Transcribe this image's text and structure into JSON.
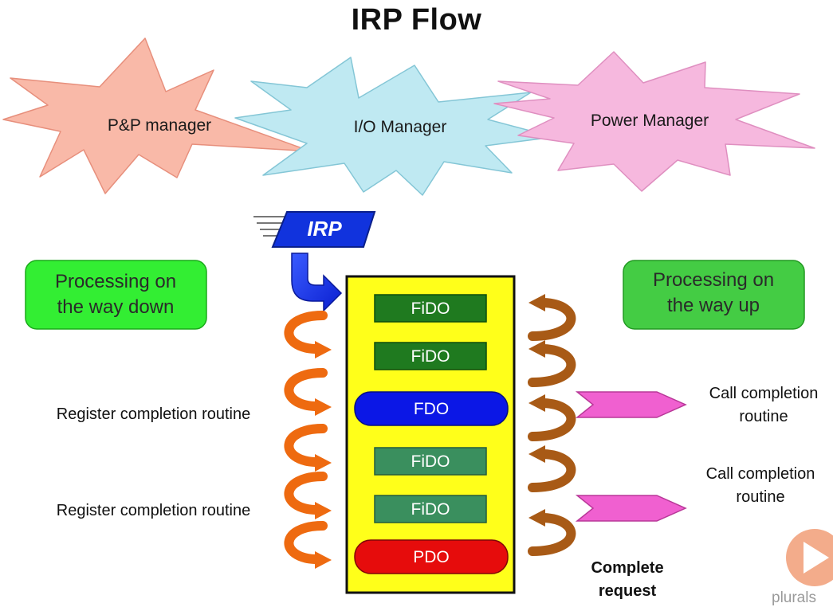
{
  "title": "IRP Flow",
  "managers": [
    {
      "label": "P&P manager",
      "color": "#f9b9a8"
    },
    {
      "label": "I/O Manager",
      "color": "#bfe9f2"
    },
    {
      "label": "Power Manager",
      "color": "#f6b8de"
    }
  ],
  "irp_label": "IRP",
  "processing_down": "Processing on the way down",
  "processing_up": "Processing on the way up",
  "device_stack": [
    {
      "label": "FiDO",
      "color": "#1f7a1f"
    },
    {
      "label": "FiDO",
      "color": "#1f7a1f"
    },
    {
      "label": "FDO",
      "color": "#0b17e6"
    },
    {
      "label": "FiDO",
      "color": "#3a8f5e"
    },
    {
      "label": "FiDO",
      "color": "#3a8f5e"
    },
    {
      "label": "PDO",
      "color": "#e60c0c"
    }
  ],
  "register_labels": [
    "Register completion routine",
    "Register completion routine"
  ],
  "call_labels": [
    "Call completion routine",
    "Call completion routine"
  ],
  "complete_request": "Complete request",
  "watermark": "plurals",
  "colors": {
    "stack_fill": "#ffff1a",
    "green_box": "#33ee33",
    "green_box_up": "#44cc44",
    "down_arrow": "#ee6a10",
    "up_arrow": "#a85a16",
    "pink_arrow": "#f060d0",
    "irp_fill": "#1133dd"
  }
}
